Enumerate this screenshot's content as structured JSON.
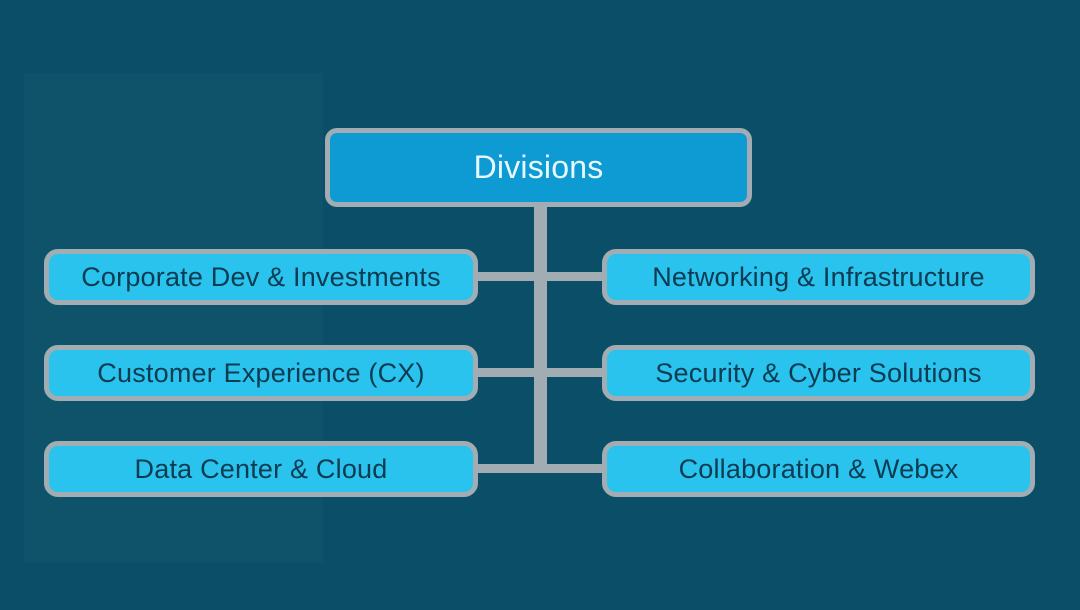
{
  "diagram": {
    "type": "org-chart",
    "root": {
      "label": "Divisions"
    },
    "left_column": [
      {
        "label": "Corporate Dev & Investments"
      },
      {
        "label": "Customer Experience (CX)"
      },
      {
        "label": "Data Center & Cloud"
      }
    ],
    "right_column": [
      {
        "label": "Networking & Infrastructure"
      },
      {
        "label": "Security & Cyber Solutions"
      },
      {
        "label": "Collaboration & Webex"
      }
    ],
    "colors": {
      "background": "#0a4f67",
      "root_fill": "#0e9ad2",
      "root_text": "#e8f8ff",
      "node_fill": "#29c3ee",
      "node_text": "#0c3b52",
      "border": "#a2acb3"
    }
  }
}
